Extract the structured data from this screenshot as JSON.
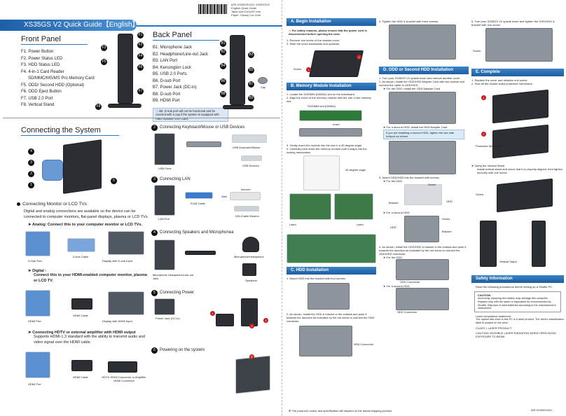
{
  "top": {
    "title": "XS35GS V2 Quick Guide【English】",
    "doc_lines": [
      "62R-XS35GSV201 XS35GSV2",
      "English Quick Guide",
      "Tabel size:210x297 mm",
      "Paper: Glossy Cut Gold"
    ]
  },
  "front_panel": {
    "title": "Front Panel",
    "items": [
      "F1. Power Button",
      "F2. Power Status LED",
      "F3. HDD Status LED",
      "F4. 4-in-1 Card Reader",
      "SD/MMC/MS/MS Pro Memory Card",
      "F5. ODD/ Second HDD (Optional)",
      "F6. ODD Eject Button",
      "F7. USB 2.0 Port",
      "F8. Vertical Stand"
    ],
    "callouts": [
      "F1",
      "F2",
      "F3",
      "F4",
      "F5",
      "F6",
      "F7",
      "F8"
    ]
  },
  "back_panel": {
    "title": "Back Panel",
    "items": [
      "B1. Microphone Jack",
      "B2. Headphone/Line-out Jack",
      "B3. LAN Port",
      "B4. Kensington Lock",
      "B5. USB 2.0 Ports",
      "B6. D-sub Port",
      "B7. Power Jack (DC-in)",
      "B8. D-sub Port",
      "B9. HDMI Port"
    ],
    "note": "B8. D-sub port will not be functional and be covered with a cap if the system is equipped with AMD HD6450 VGA Card.",
    "callouts": [
      "B1",
      "B2",
      "B3",
      "B4",
      "B5",
      "B6",
      "B7",
      "B8",
      "B9"
    ],
    "cap_label": "Cap"
  },
  "connecting": {
    "title": "Connecting the System",
    "monitor": {
      "heading": "Connecting Monitor or LCD TVs",
      "intro": "Digital and analog connections are available so the device can be connected to computer monitors, flat-panel displays, plasma or LCD TVs.",
      "analog": "Analog: Connect this to your computer monitor or LCD TVs.",
      "dsub_port": "D-Sub Port",
      "dsub_cable": "D-sub Cable",
      "dsub_display": "Display with D-sub Input",
      "digital_title": "Digital :",
      "digital_text": "Connect this to your HDMI-enabled computer monitor, plasma or LCD TV.",
      "hdmi_port": "HDMI Port",
      "hdmi_cable": "HDMI Cable",
      "hdmi_display": "Display with HDMI Input",
      "amp_title": "Connecting HDTV or external amplifier with HDMI output",
      "amp_text": "Supports HDMI-1.3 standard with the ability to transmit audio and video signal over the HDMI cable.",
      "amp_port": "HDMI Port",
      "amp_cable": "HDMI Cable",
      "amp_display": "HDTV HDMI Connector or Amplifier HDMI Connector"
    },
    "steps": [
      {
        "num": "2",
        "heading": "Connecting Keyboard/Mouse or USB Devices",
        "labels": [
          "USB Ports",
          "USB Keyboard/Mouse",
          "USB Devices"
        ]
      },
      {
        "num": "3",
        "heading": "Connecting LAN",
        "labels": [
          "LAN Port",
          "RJ45 Cable",
          "Internet",
          "Wall",
          "DSL/Cable Modem"
        ]
      },
      {
        "num": "4",
        "heading": "Connecting Speakers and Microphonea",
        "labels": [
          "Microphone Headphone/Line-out Jack",
          "Microphone/Headphone",
          "Speakers"
        ]
      },
      {
        "num": "5",
        "heading": "Connecting Power",
        "labels": [
          "Power Jack (DC-in)"
        ]
      },
      {
        "num": "6",
        "heading": "Powering on the system",
        "labels": []
      }
    ],
    "step1_num": "1"
  },
  "col3": {
    "begin": {
      "title": "A. Begin Installation",
      "warning": "For safety reasons, please ensure that the power cord is disconnected before opening the case.",
      "steps": [
        "1. Remove one screw of the chassis cover.",
        "2. Slide the cover backwards and upwards."
      ],
      "labels": [
        "Screw"
      ]
    },
    "memory": {
      "title": "B. Memory Module Installation",
      "steps": [
        "1. Locate the SODIMM (DIMM1) slot on the mainboard.",
        "2. Align the notch of the memory module with the one of the memory slot.",
        "3. Gently insert the module into the slot in a 45-degree angle.",
        "4. Carefully push down the memory module until it snaps into the locking mechanism."
      ],
      "labels": [
        "SODIMM slot (DIMM1)",
        "notch",
        "45-degree angle",
        "Latch",
        "Latch"
      ]
    },
    "hdd": {
      "title": "C. HDD Installation",
      "steps": [
        "1. Mount HDD into the bracket with four screws.",
        "2. As shown, install the HDD & bracket in the chassis and push it towards the direction as indicated by the red arrow to connect the HDD connector."
      ],
      "labels": [
        "HDD Connector"
      ]
    }
  },
  "col4": {
    "tighten": "3. Tighten the HDD & bracket with three screws.",
    "odd": {
      "title": "D. ODD or Second HDD Installation",
      "steps": [
        "1. Turn your XS35GS V2 upside down and remove another cover.",
        "2. As shown, install the ODD/HDD Adapter Card with two screws and connect the cable to ODD/HDD.",
        "For the ODD: Install the ODD Adapter Card",
        "For a second HDD: Install the HDD Adapter Card",
        "3. Mount ODD/HDD into the bracket with screws.",
        "For the ODD",
        "For a second HDD",
        "4. As shown, install the ODD/HDD & bracket in the chassis and push it towards the direction as indicated by the red arrow to connect the ODD/HDD connector.",
        "For the ODD",
        "For a second HDD"
      ],
      "warning": "If you are installing a second HDD, tighten the two side hotspot as shown.",
      "labels": [
        "Screw",
        "Bracket",
        "Screw",
        "ODD",
        "HDD",
        "Bracket",
        "ODD Connector",
        "HDD Connector"
      ]
    }
  },
  "col5": {
    "turn": "5. Turn your XS35GS V2 upside down and tighten the ODD/HDD & bracket with one screw.",
    "complete": {
      "title": "E. Complete",
      "steps": [
        "1. Replace the cover and refasten one screw.",
        "2. Tear off the double sided protective membrane."
      ],
      "labels": [
        "Screw",
        "Protective Membrane",
        "Screw",
        "Vertical Stand"
      ]
    },
    "stand": {
      "heading": "Using the Vertical Stand",
      "text": "Install vertical stand and check that it is properly aligned, then tighten securely with one screw."
    },
    "safety": {
      "title": "Safety Information",
      "intro": "Read the following precautions before setting up a Shuttle PC.",
      "caution_title": "CAUTION",
      "caution": "Incorrectly replacing the battery may damage this computer. Replace only with the same or equivalent as recommended by Shuttle. Disposal of used batteries according to the manufacturer's instructions.",
      "laser_title": "Laser compliance statement",
      "laser": "The optical disc drive in this PC is a laser product. The drive's classification label is located on the drive.",
      "class": "CLASS 1 LASER PRODUCT",
      "caution2": "CAUTION: INVISIBLE LASER RADIATION WHEN OPEN AVOID EXPOSURE TO BEAM."
    },
    "code": "52R-XS35GSV201"
  },
  "footer": {
    "note": "The product's colour and specification will depend on the actual shipping product."
  }
}
